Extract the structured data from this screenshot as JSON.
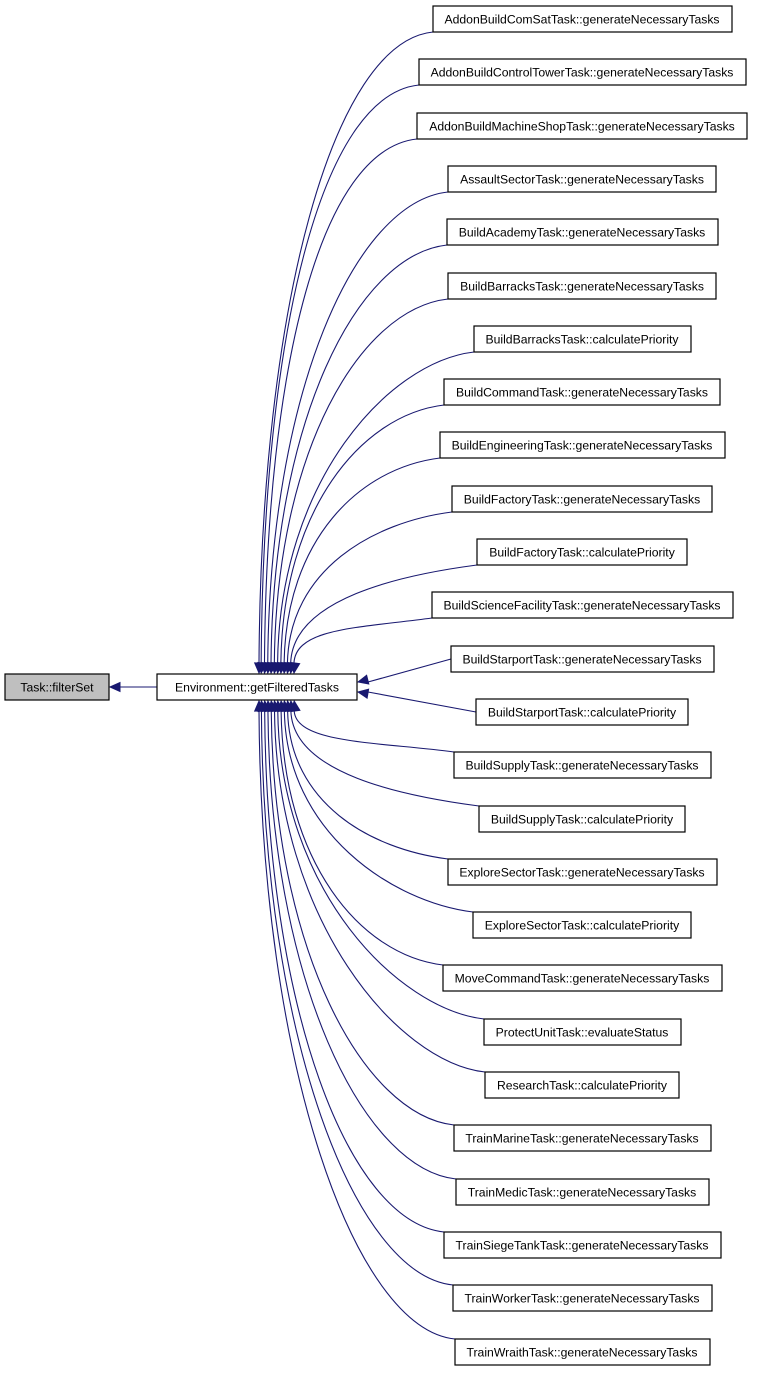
{
  "diagram": {
    "type": "doxygen-caller-graph",
    "edge_color": "#191970",
    "root_fill": "#bfbfbf",
    "root": {
      "id": "task-filterset",
      "label": "Task::filterSet"
    },
    "hub": {
      "id": "environment-getfilteredtasks",
      "label": "Environment::getFilteredTasks"
    },
    "callers": [
      "AddonBuildComSatTask::generateNecessaryTasks",
      "AddonBuildControlTowerTask::generateNecessaryTasks",
      "AddonBuildMachineShopTask::generateNecessaryTasks",
      "AssaultSectorTask::generateNecessaryTasks",
      "BuildAcademyTask::generateNecessaryTasks",
      "BuildBarracksTask::generateNecessaryTasks",
      "BuildBarracksTask::calculatePriority",
      "BuildCommandTask::generateNecessaryTasks",
      "BuildEngineeringTask::generateNecessaryTasks",
      "BuildFactoryTask::generateNecessaryTasks",
      "BuildFactoryTask::calculatePriority",
      "BuildScienceFacilityTask::generateNecessaryTasks",
      "BuildStarportTask::generateNecessaryTasks",
      "BuildStarportTask::calculatePriority",
      "BuildSupplyTask::generateNecessaryTasks",
      "BuildSupplyTask::calculatePriority",
      "ExploreSectorTask::generateNecessaryTasks",
      "ExploreSectorTask::calculatePriority",
      "MoveCommandTask::generateNecessaryTasks",
      "ProtectUnitTask::evaluateStatus",
      "ResearchTask::calculatePriority",
      "TrainMarineTask::generateNecessaryTasks",
      "TrainMedicTask::generateNecessaryTasks",
      "TrainSiegeTankTask::generateNecessaryTasks",
      "TrainWorkerTask::generateNecessaryTasks",
      "TrainWraithTask::generateNecessaryTasks"
    ]
  }
}
